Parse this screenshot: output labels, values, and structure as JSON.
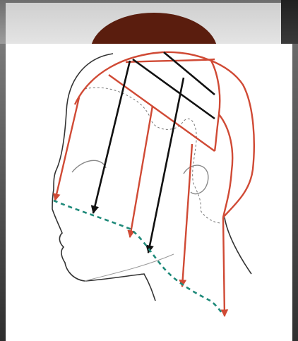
{
  "diagram": {
    "subject": "head-profile-haircut-sectioning",
    "colors": {
      "section_lines": "#d04a35",
      "elevation_arrows_black": "#111111",
      "elevation_arrows_red": "#d04a35",
      "guideline_dashed": "#1f8a7a",
      "head_outline": "#333333",
      "ear_outline": "#888888",
      "hairline_dotted": "#777777",
      "background_photo_hair": "#5a1d0e"
    },
    "arrows": [
      {
        "id": "red-1",
        "color": "red"
      },
      {
        "id": "black-1",
        "color": "black"
      },
      {
        "id": "red-2",
        "color": "red"
      },
      {
        "id": "black-2",
        "color": "black"
      },
      {
        "id": "red-3",
        "color": "red"
      },
      {
        "id": "red-4",
        "color": "red"
      }
    ],
    "icons": [
      "arrow-down-icon"
    ]
  }
}
